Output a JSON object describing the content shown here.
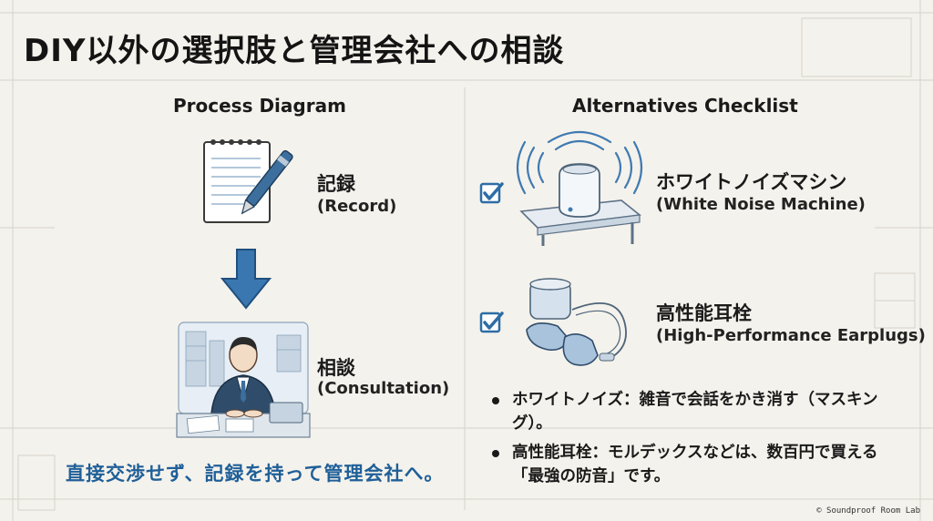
{
  "title": "DIY以外の選択肢と管理会社への相談",
  "left_column": {
    "heading": "Process Diagram",
    "steps": [
      {
        "title": "記録",
        "subtitle": "(Record)",
        "icon": "notepad-pen-icon"
      },
      {
        "title": "相談",
        "subtitle": "(Consultation)",
        "icon": "consultant-at-desk-icon"
      }
    ],
    "arrow_icon": "arrow-down-icon",
    "footer_note": "直接交渉せず、記録を持って管理会社へ。"
  },
  "right_column": {
    "heading": "Alternatives Checklist",
    "items": [
      {
        "title": "ホワイトノイズマシン",
        "subtitle": "(White Noise Machine)",
        "checked": true,
        "icon": "white-noise-machine-icon"
      },
      {
        "title": "高性能耳栓",
        "subtitle": "(High-Performance Earplugs)",
        "checked": true,
        "icon": "earplugs-icon"
      }
    ],
    "bullets": [
      "ホワイトノイズ：雑音で会話をかき消す（マスキング）。",
      "高性能耳栓：モルデックスなどは、数百円で買える「最強の防音」です。"
    ]
  },
  "copyright": "© Soundproof Room Lab",
  "colors": {
    "background": "#f4f2ec",
    "accent_blue": "#1f5f98",
    "check_blue": "#2d6da6",
    "ink": "#1a1a1a"
  }
}
